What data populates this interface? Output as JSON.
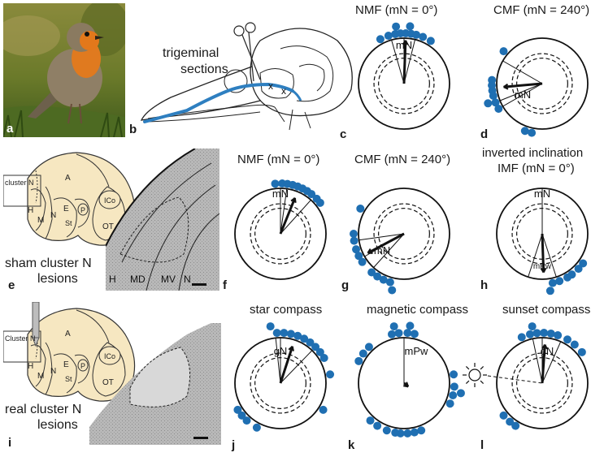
{
  "panels": {
    "a": "a",
    "b": "b",
    "c": "c",
    "d": "d",
    "e": "e",
    "f": "f",
    "g": "g",
    "h": "h",
    "i": "i",
    "j": "j",
    "k": "k",
    "l": "l"
  },
  "titles": {
    "c": "NMF (mN = 0°)",
    "d": "CMF (mN = 240°)",
    "f": "NMF (mN = 0°)",
    "g": "CMF (mN = 240°)",
    "h_line1": "inverted inclination",
    "h_line2": "IMF (mN = 0°)",
    "j": "star compass",
    "k": "magnetic compass",
    "l": "sunset compass"
  },
  "labels": {
    "trigeminal_line1": "trigeminal",
    "trigeminal_line2": "sections",
    "sham_line1": "sham cluster N",
    "sham_line2": "lesions",
    "real_line1": "real cluster N",
    "real_line2": "lesions",
    "cluster_n_lower": "cluster N",
    "cluster_n_upper": "Cluster N",
    "mN": "mN",
    "gN": "gN",
    "mPw": "mPw",
    "x": "x"
  },
  "brain_regions": [
    "H",
    "M",
    "N",
    "E",
    "St",
    "P",
    "A",
    "ICo",
    "OT"
  ],
  "histology_regions": [
    "H",
    "MD",
    "MV",
    "N"
  ],
  "colors": {
    "dot": "#1f6fb2",
    "nerve": "#2e7fc0",
    "brain_fill": "#f6e7c1",
    "photo_bg": "#7a8a3a",
    "breast": "#e07a1f"
  }
}
